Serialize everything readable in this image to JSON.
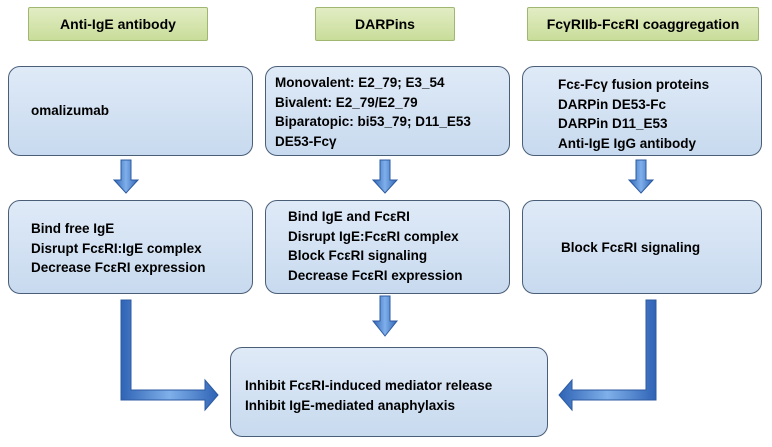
{
  "headers": {
    "left": "Anti-IgE antibody",
    "middle": "DARPins",
    "right": "FcγRIIb-FcεRI coaggregation"
  },
  "row1": {
    "left": [
      "omalizumab"
    ],
    "middle": [
      "Monovalent: E2_79; E3_54",
      "Bivalent: E2_79/E2_79",
      "Biparatopic: bi53_79; D11_E53",
      "DE53-Fcγ"
    ],
    "right": [
      "Fcε-Fcγ fusion proteins",
      "DARPin DE53-Fc",
      "DARPin D11_E53",
      "Anti-IgE IgG antibody"
    ]
  },
  "row2": {
    "left": [
      "Bind free IgE",
      "Disrupt FcεRI:IgE complex",
      "Decrease FcεRI expression"
    ],
    "middle": [
      "Bind IgE and FcεRI",
      "Disrupt IgE:FcεRI complex",
      "Block FcεRI signaling",
      "Decrease FcεRI expression"
    ],
    "right": [
      "Block FcεRI signaling"
    ]
  },
  "outcome": [
    "Inhibit FcεRI-induced mediator release",
    "Inhibit IgE-mediated anaphylaxis"
  ],
  "colors": {
    "header_fill": "#d6e4b0",
    "box_fill": "#d3e2f4",
    "box_border": "#4a5e78",
    "arrow": "#3f77c8"
  }
}
